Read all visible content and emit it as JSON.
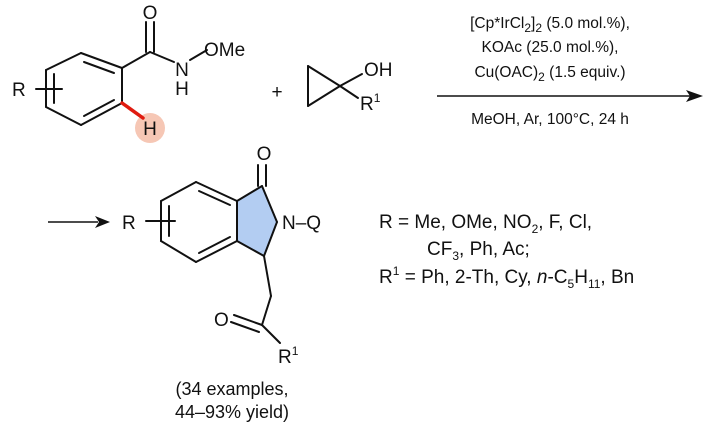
{
  "reactant1": {
    "atom_o": "O",
    "atom_n": "N",
    "atom_h_amide": "H",
    "omethyl": "OMe",
    "r_group": "R",
    "highlight_h": "H",
    "highlight_color": "#f6c7b5",
    "highlight_bond_color": "#e01b10"
  },
  "plus": "+",
  "reactant2": {
    "hydroxyl": "OH",
    "r1": "R",
    "r1_sup": "1"
  },
  "conditions": {
    "line1_a": "[Cp*IrCl",
    "line1_sub1": "2",
    "line1_b": "]",
    "line1_sub2": "2",
    "line1_c": "  (5.0 mol.%),",
    "line2": "KOAc (25.0 mol.%),",
    "line3_a": "Cu(OAC)",
    "line3_sub": "2",
    "line3_b": " (1.5 equiv.)",
    "line4": "MeOH, Ar, 100°C, 24 h"
  },
  "product": {
    "r_group": "R",
    "atom_o": "O",
    "nq": "N–Q",
    "ketone_o": "O",
    "r1": "R",
    "r1_sup": "1",
    "ring_fill": "#b3cdf2",
    "examples": "(34 examples,",
    "yield": "44–93% yield)"
  },
  "substituents": {
    "r_line1": "R = Me, OMe, NO",
    "r_line1_sub": "2",
    "r_line1_end": ", F, Cl,",
    "r_line2_a": "CF",
    "r_line2_sub": "3",
    "r_line2_b": ", Ph, Ac;",
    "r1_label": "R",
    "r1_sup": "1",
    "r1_line_a": " = Ph, 2-Th, Cy, ",
    "r1_italic": "n",
    "r1_line_b": "-C",
    "r1_sub1": "5",
    "r1_line_c": "H",
    "r1_sub2": "11",
    "r1_line_d": ", Bn"
  }
}
